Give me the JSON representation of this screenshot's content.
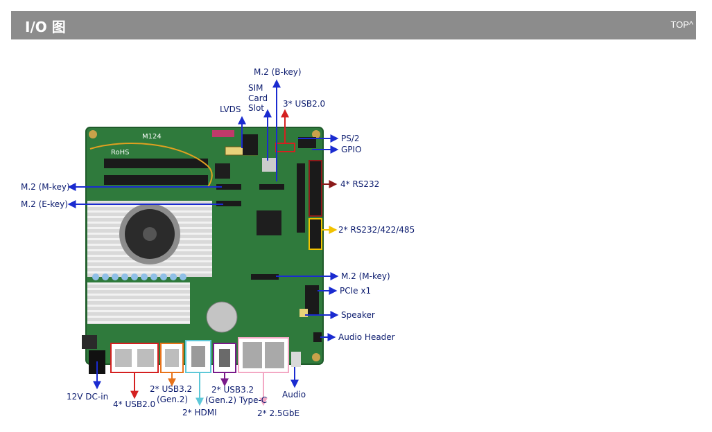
{
  "header": {
    "title": "I/O 图",
    "top_link": "TOP^"
  },
  "labels": {
    "m2_bkey": "M.2 (B-key)",
    "sim_line1": "SIM",
    "sim_line2": "Card",
    "sim_line3": "Slot",
    "lvds": "LVDS",
    "usb20_3": "3* USB2.0",
    "ps2": "PS/2",
    "gpio": "GPIO",
    "rs232_4": "4* RS232",
    "rs232_422_485": "2* RS232/422/485",
    "m2_mkey_left": "M.2 (M-key)",
    "m2_ekey": "M.2 (E-key)",
    "m2_mkey_right": "M.2 (M-key)",
    "pcie_x1": "PCIe x1",
    "speaker": "Speaker",
    "audio_header": "Audio Header",
    "dc_in": "12V DC-in",
    "usb20_4": "4* USB2.0",
    "usb32_line1": "2* USB3.2",
    "usb32_line2": "(Gen.2)",
    "hdmi": "2* HDMI",
    "usb32c_line1": "2* USB3.2",
    "usb32c_line2": "(Gen.2) Type-C",
    "gbe": "2* 2.5GbE",
    "audio": "Audio"
  },
  "board_text": {
    "model": "M124",
    "rohs": "RoHS"
  },
  "colors": {
    "header_bg": "#8c8c8c",
    "board_green": "#2f7a3c",
    "label_blue": "#0b1b6e",
    "arrow_blue": "#1a2bd0",
    "red": "#d42020",
    "dark_red": "#8b1a1a",
    "yellow": "#f2c200",
    "orange": "#e8731a",
    "cyan": "#5ec8d8",
    "purple": "#7a1a8a",
    "pink": "#f3a8c4"
  }
}
